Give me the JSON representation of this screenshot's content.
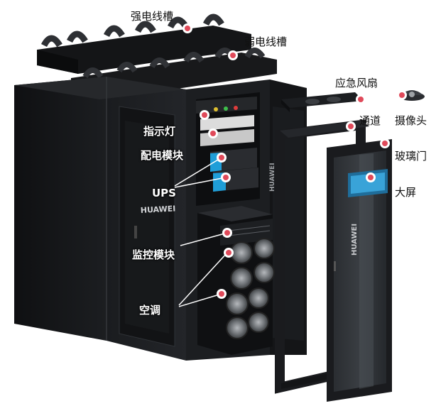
{
  "labels": {
    "strong_trough": "强电线槽",
    "weak_trough": "弱电线槽",
    "fan": "应急风扇",
    "camera": "摄像头",
    "channel": "通道",
    "glass_door": "玻璃门",
    "screen": "大屏",
    "indicator": "指示灯",
    "power_module": "配电模块",
    "ups": "UPS",
    "monitor_module": "监控模块",
    "aircon": "空调"
  },
  "brand": "HUAWEI",
  "colors": {
    "cabinet": "#1b1d20",
    "cabinet_edge": "#2c2f33",
    "marker_ring": "#ffffff",
    "marker_fill": "#e04a5a",
    "screen": "#39a3d8",
    "ups_accent": "#1f9ed8",
    "leader": "#ffffff"
  }
}
